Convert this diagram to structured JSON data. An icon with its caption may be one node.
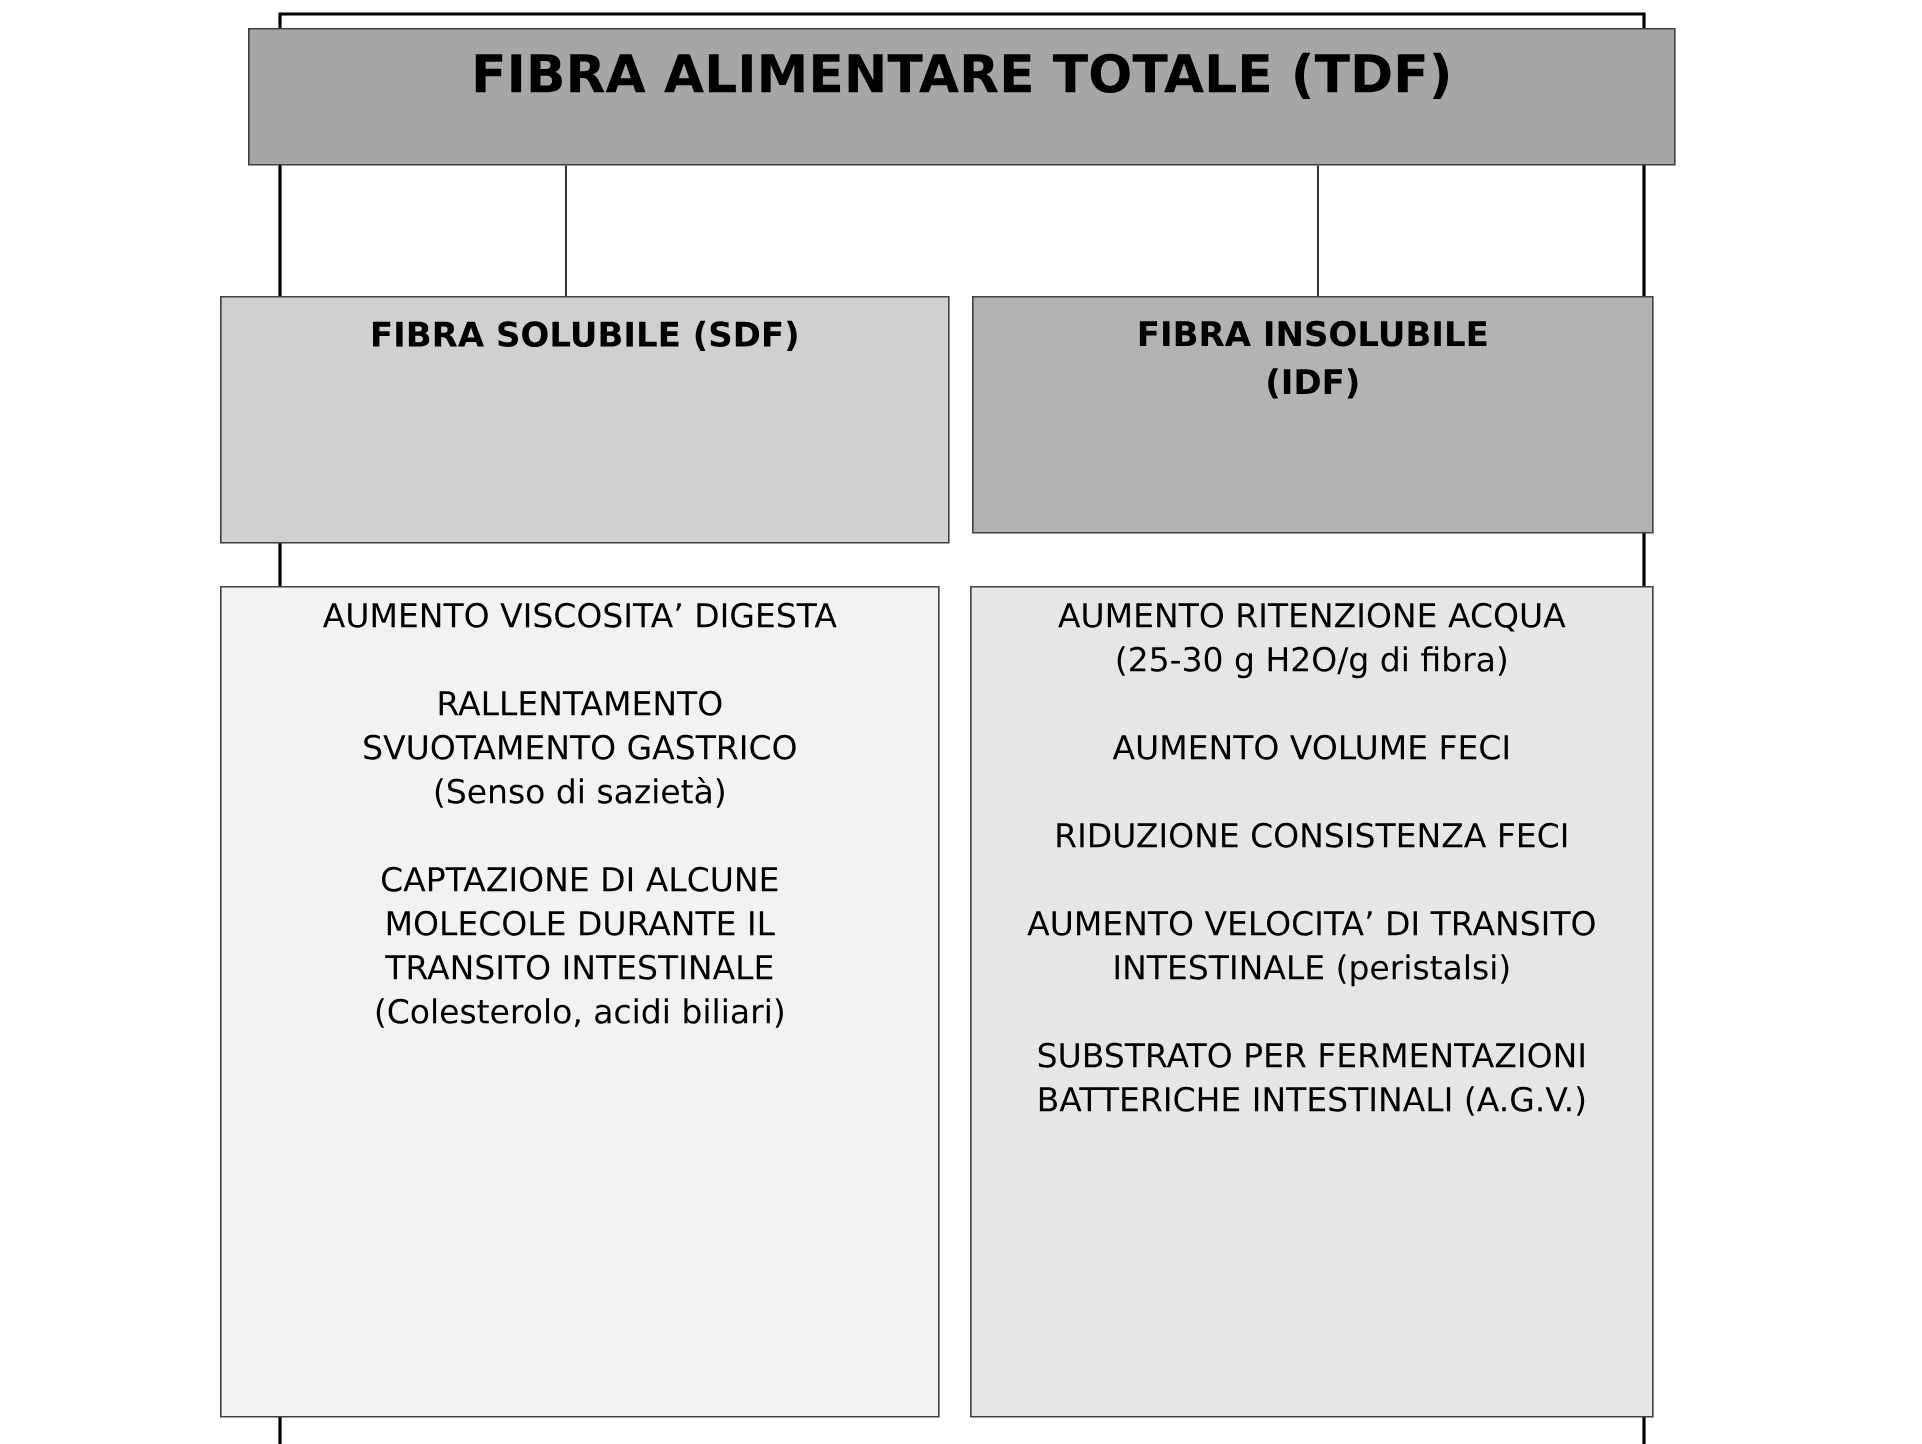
{
  "diagram": {
    "nodes": [
      {
        "text": [
          "FIBRA ALIMENTARE TOTALE (TDF)"
        ]
      },
      {
        "text": [
          "FIBRA SOLUBILE (SDF)"
        ]
      },
      {
        "text": [
          "FIBRA INSOLUBILE (IDF)"
        ]
      },
      {
        "text": [
          "AUMENTO VISCOSITA’ DIGESTA",
          "RALLENTAMENTO SVUOTAMENTO GASTRICO (Senso di sazietà)",
          "CAPTAZIONE DI ALCUNE MOLECOLE DURANTE IL TRANSITO INTESTINALE (Colesterolo, acidi biliari)"
        ]
      },
      {
        "text": [
          "AUMENTO RITENZIONE ACQUA (25-30 g H2O/g di fibra)",
          "AUMENTO VOLUME FECI",
          "RIDUZIONE CONSISTENZA FECI",
          "AUMENTO VELOCITA’ DI TRANSITO INTESTINALE (peristalsi)",
          "SUBSTRATO PER FERMENTAZIONI BATTERICHE INTESTINALI (A.G.V.)"
        ]
      }
    ],
    "edges": [
      {
        "from": 0,
        "to": 1,
        "arrow": "none"
      },
      {
        "from": 0,
        "to": 2,
        "arrow": "none"
      }
    ]
  }
}
